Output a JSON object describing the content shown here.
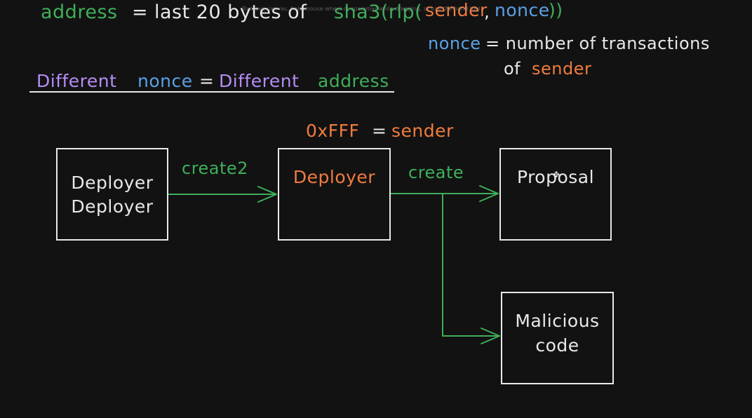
{
  "colors": {
    "background": "#121212",
    "white": "#e8e8e8",
    "green": "#3fae5a",
    "orange": "#f07c3e",
    "blue": "#5aa1e6",
    "purple": "#b58cf5"
  },
  "formula": {
    "address_word": "address",
    "equals": "=",
    "middle": "last 20 bytes of",
    "sha3_open": "sha3(rlp(",
    "sender_word": "sender",
    "comma": ",",
    "nonce_word": "nonce",
    "close": "))"
  },
  "nonce_def": {
    "nonce_word": "nonce",
    "middle": "= number of transactions",
    "of_word": "of",
    "sender_word": "sender"
  },
  "different_rule": {
    "different_1": "Different",
    "nonce_word": "nonce",
    "equals": "=",
    "different_2": "Different",
    "address_word": "address"
  },
  "sender_label": {
    "value": "0xFFF",
    "equals": "=",
    "sender_word": "sender"
  },
  "tooltip_hint": "To move canvas, hold mouse wheel or spacebar while dragging, or use the hand tool",
  "boxes": {
    "deployer_deployer": {
      "line1": "Deployer",
      "line2": "Deployer"
    },
    "deployer": {
      "label": "Deployer"
    },
    "proposal": {
      "label": "Proposal"
    },
    "malicious": {
      "line1": "Malicious",
      "line2": "code"
    }
  },
  "arrows": {
    "create2_label": "create2",
    "create_label": "create"
  }
}
